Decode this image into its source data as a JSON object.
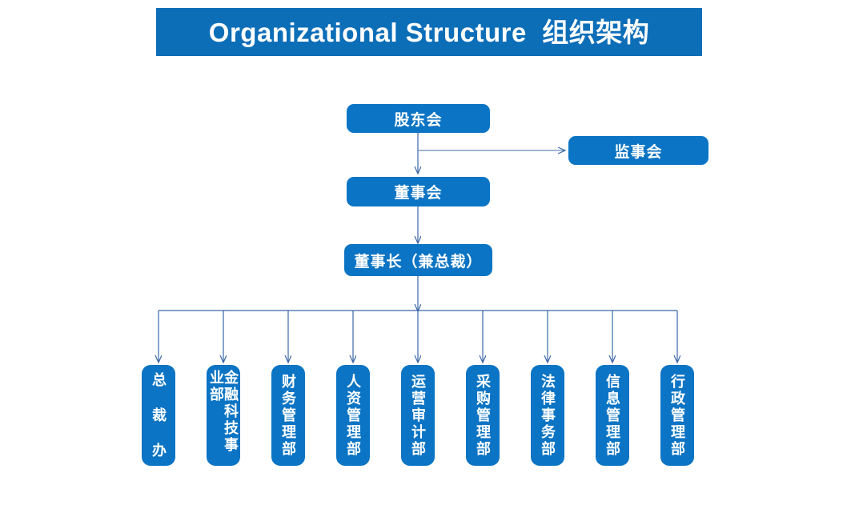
{
  "header": {
    "title": "Organizational Structure  组织架构",
    "banner_color": "#0d6eb8",
    "text_color": "#ffffff"
  },
  "theme": {
    "node_fill": "#0b74c4",
    "connector_color": "#3a66a8",
    "background": "#ffffff"
  },
  "chart_nodes": {
    "shareholders": {
      "label": "股东会"
    },
    "supervisors": {
      "label": "监事会"
    },
    "board": {
      "label": "董事会"
    },
    "chairman": {
      "label": "董事长（兼总裁）"
    }
  },
  "departments": [
    {
      "label": "总 裁 办"
    },
    {
      "label": "金融科技事业部"
    },
    {
      "label": "财务管理部"
    },
    {
      "label": "人资管理部"
    },
    {
      "label": "运营审计部"
    },
    {
      "label": "采购管理部"
    },
    {
      "label": "法律事务部"
    },
    {
      "label": "信息管理部"
    },
    {
      "label": "行政管理部"
    }
  ]
}
